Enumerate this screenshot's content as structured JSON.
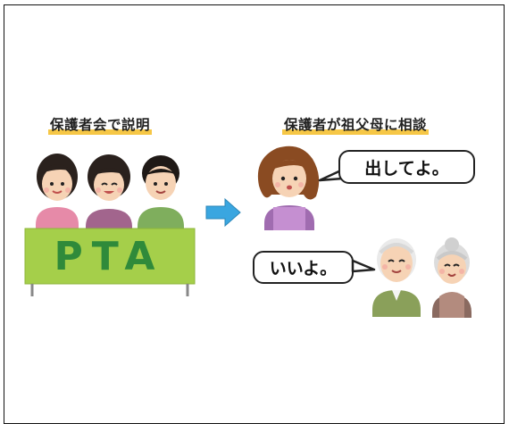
{
  "left_caption": "保護者会で説明",
  "right_caption": "保護者が祖父母に相談",
  "table_banner": "PTA",
  "mother_speech": "出してよ。",
  "grandparents_speech": "いいよ。",
  "colors": {
    "highlight": "#f6c746",
    "banner_green": "#a5cf4a",
    "banner_text": "#2f8a3a",
    "arrow_blue": "#3aa6e0"
  }
}
